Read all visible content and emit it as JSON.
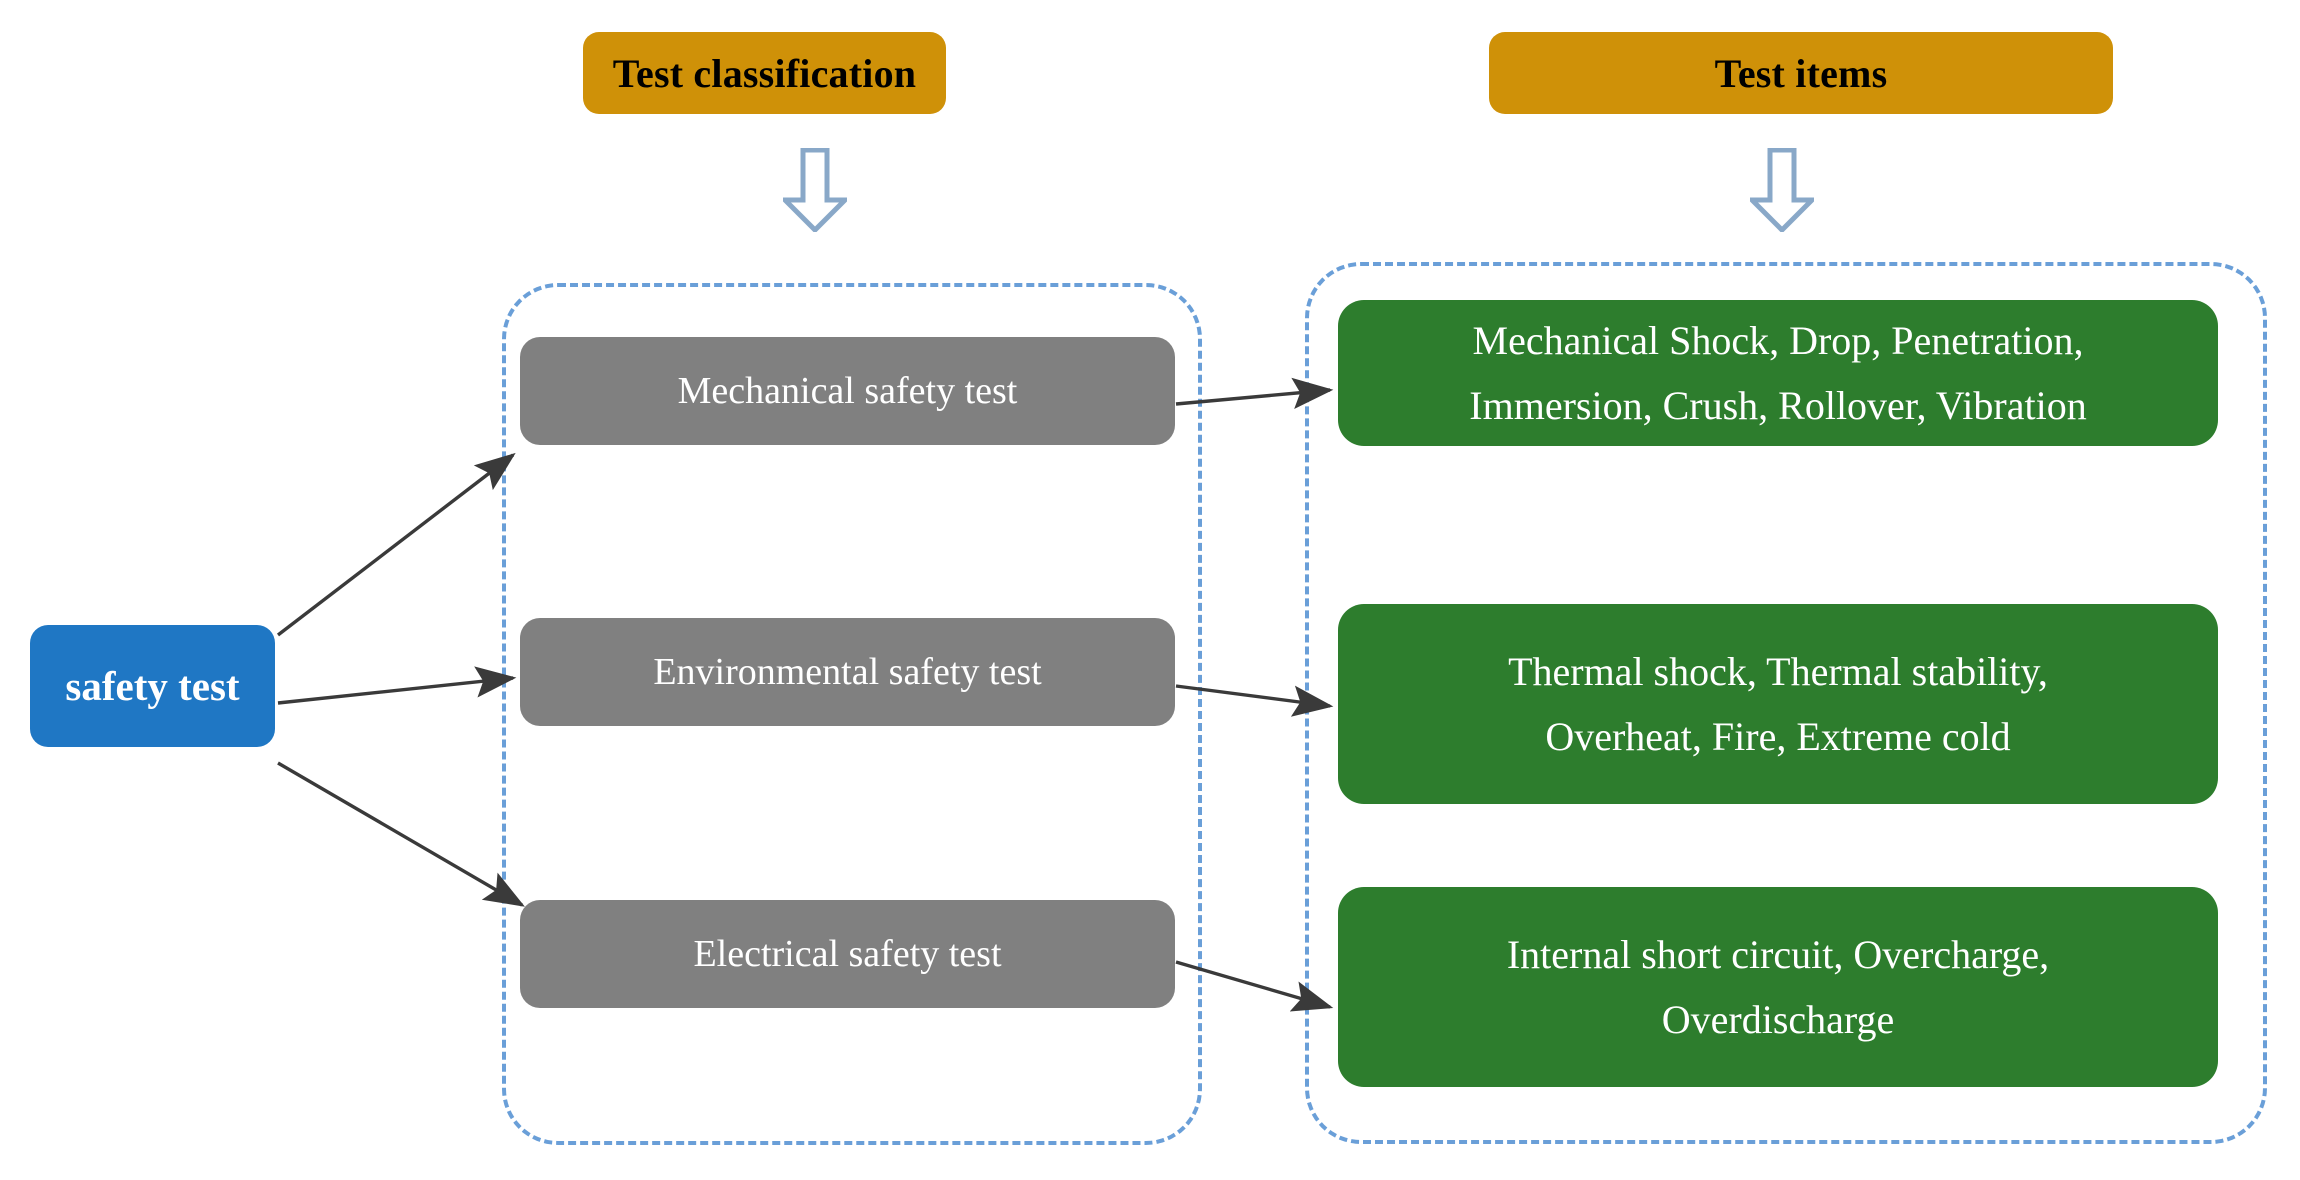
{
  "diagram": {
    "title": "safety test classification and test items flowchart",
    "headers": [
      {
        "id": "test-classification",
        "label": "Test classification"
      },
      {
        "id": "test-items",
        "label": "Test items"
      }
    ],
    "root": {
      "label": "safety test"
    },
    "classification_nodes": [
      {
        "id": "mechanical",
        "label": "Mechanical safety test"
      },
      {
        "id": "environmental",
        "label": "Environmental safety test"
      },
      {
        "id": "electrical",
        "label": "Electrical safety test"
      }
    ],
    "item_nodes": [
      {
        "id": "mechanical-items",
        "line1": "Mechanical Shock, Drop, Penetration,",
        "line2": "Immersion, Crush, Rollover, Vibration"
      },
      {
        "id": "environmental-items",
        "line1": "Thermal shock, Thermal stability,",
        "line2": "Overheat, Fire, Extreme cold"
      },
      {
        "id": "electrical-items",
        "line1": "Internal short circuit, Overcharge,",
        "line2": "Overdischarge"
      }
    ],
    "icons": [
      {
        "id": "down-arrow-classification",
        "name": "hollow-down-arrow-icon"
      },
      {
        "id": "down-arrow-items",
        "name": "hollow-down-arrow-icon"
      }
    ],
    "edges": [
      {
        "from": "safety test",
        "to": "Mechanical safety test"
      },
      {
        "from": "safety test",
        "to": "Environmental safety test"
      },
      {
        "from": "safety test",
        "to": "Electrical safety test"
      },
      {
        "from": "Mechanical safety test",
        "to": "mechanical-items"
      },
      {
        "from": "Environmental safety test",
        "to": "environmental-items"
      },
      {
        "from": "Electrical safety test",
        "to": "electrical-items"
      }
    ],
    "colors": {
      "banner": "#cf9108",
      "root": "#1f77c4",
      "classification_node": "#808080",
      "item_node": "#2d7d2d",
      "dashed_group_border": "#6a9fd8",
      "hollow_arrow_stroke": "#89a8c8",
      "connector": "#3a3a3a",
      "background": "#ffffff",
      "node_text": "#ffffff",
      "banner_text": "#000000"
    }
  }
}
